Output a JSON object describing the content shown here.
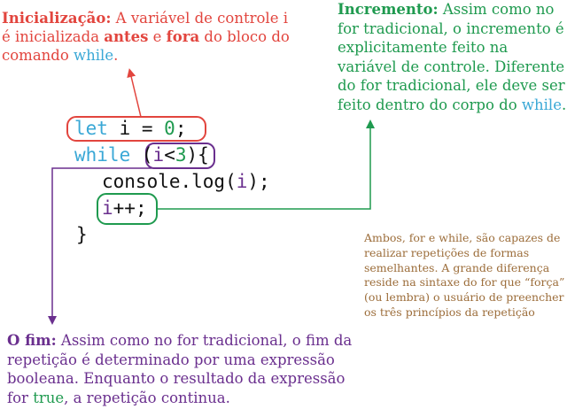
{
  "notes": {
    "init": {
      "title": "Inicialização:",
      "t1": " A variável de controle i é inicializada ",
      "b1": "antes",
      "t2": " e ",
      "b2": "fora",
      "t3": " do bloco do comando ",
      "kw": "while",
      "t4": "."
    },
    "incr": {
      "title": "Incremento:",
      "t1": " Assim como no for tradicional, o incremento é explicitamente feito na variável de controle. Diferente do for tradicional, ele deve ser feito dentro do corpo do ",
      "kw": "while",
      "t2": "."
    },
    "end": {
      "title": "O fim:",
      "t1": " Assim como no for tradicional, o fim da repetição é determinado por uma expressão booleana. Enquanto o resultado da expressão for ",
      "kw": "true",
      "t2": ", a repetição continua."
    },
    "both": "Ambos, for e while, são capazes de realizar repetições de formas semelhantes. A grande diferença reside na sintaxe do for que “força” (ou lembra) o usuário de preencher os três princípios da repetição"
  },
  "code": {
    "let_kw": "let",
    "let_var": " i ",
    "let_rest": "= ",
    "let_num": "0",
    "let_semi": ";",
    "while_kw": "while",
    "open_paren": "(",
    "cond_var": "i",
    "cond_op": "<",
    "cond_num": "3",
    "close_paren": ")",
    "brace_open": "{",
    "log_call": "console.log(",
    "log_var": "i",
    "log_end": ");",
    "incr_var": "i",
    "incr_op": "++",
    "incr_semi": ";",
    "brace_close": "}"
  },
  "colors": {
    "init": "#e2453e",
    "increment": "#1f9a4f",
    "end": "#6a2f8e",
    "note": "#9c6d3a",
    "keyword": "#3aa8d6"
  }
}
